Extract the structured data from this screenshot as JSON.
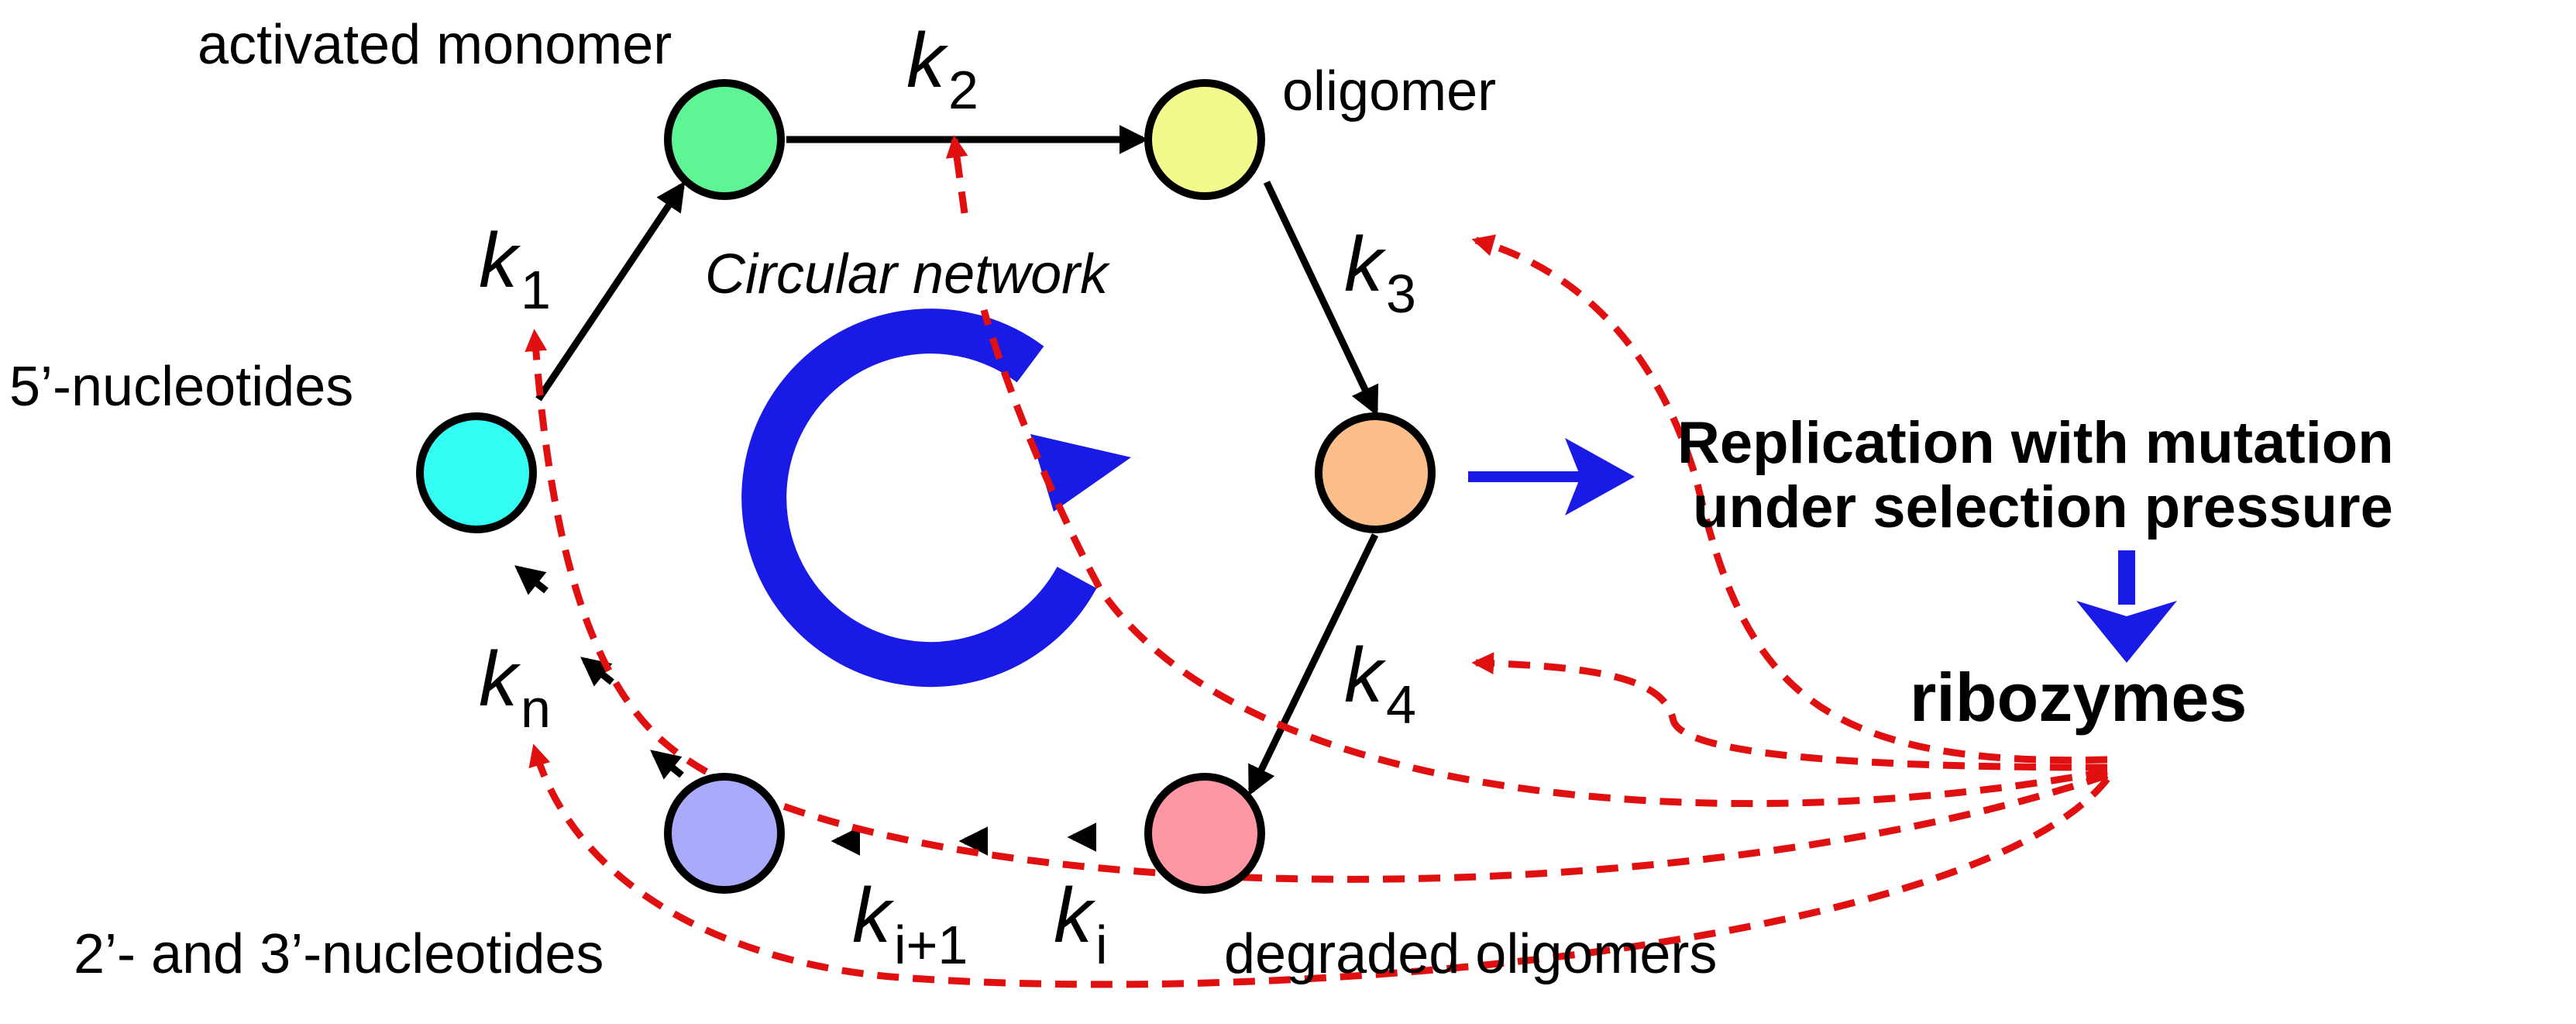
{
  "nodes": {
    "activated_monomer": {
      "label": "activated monomer",
      "color": "#5ef594"
    },
    "oligomer": {
      "label": "oligomer",
      "color": "#f2fa8c"
    },
    "nucleotides_5": {
      "label": "5’-nucleotides",
      "color": "#33fcf2"
    },
    "intermediate": {
      "color": "#fdbf8a"
    },
    "degraded_oligomers": {
      "label": "degraded oligomers",
      "color": "#fd97a4"
    },
    "nucleotides_23": {
      "label": "2’- and 3’-nucleotides",
      "color": "#aaaafb"
    }
  },
  "rates": {
    "k1": {
      "main": "k",
      "sub": "1"
    },
    "k2": {
      "main": "k",
      "sub": "2"
    },
    "k3": {
      "main": "k",
      "sub": "3"
    },
    "k4": {
      "main": "k",
      "sub": "4"
    },
    "kn": {
      "main": "k",
      "sub": "n"
    },
    "ki": {
      "main": "k",
      "sub": "i"
    },
    "ki1": {
      "main": "k",
      "sub": "i+1"
    }
  },
  "center_label": "Circular network",
  "replication": {
    "line1": "Replication with mutation",
    "line2": "under selection pressure"
  },
  "ribozymes": "ribozymes",
  "colors": {
    "cycle_arrow": "#1a1ae6",
    "catalysis": "#e01010",
    "flow": "#000000"
  }
}
